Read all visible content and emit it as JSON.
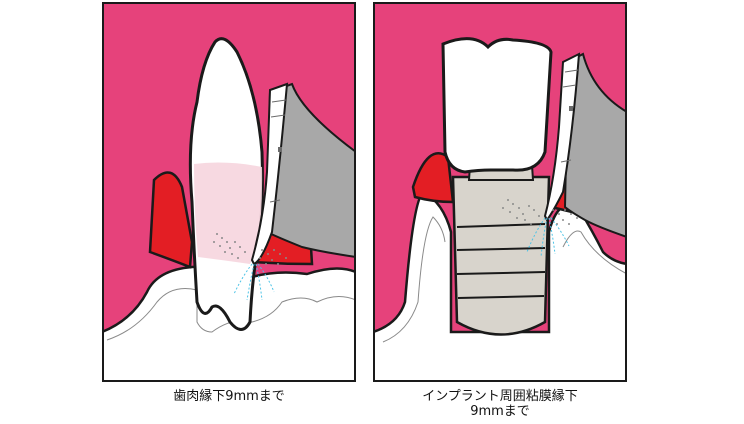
{
  "panels": [
    {
      "caption_lines": [
        "歯肉縁下9mmまで"
      ]
    },
    {
      "caption_lines": [
        "インプラント周囲粘膜縁下",
        "9mmまで"
      ]
    }
  ],
  "colors": {
    "gum_pink": "#e6427b",
    "inflamed_red": "#e31e24",
    "bone_white": "#ffffff",
    "plaque_pink": "#f6d5de",
    "instrument_gray": "#a8a8a8",
    "implant_gray": "#d8d4cc",
    "water_blue": "#4cc3e6",
    "outline": "#1a1a1a"
  },
  "icons": [
    "tooth-icon",
    "implant-icon",
    "ultrasonic-tip-icon",
    "water-spray-icon"
  ]
}
